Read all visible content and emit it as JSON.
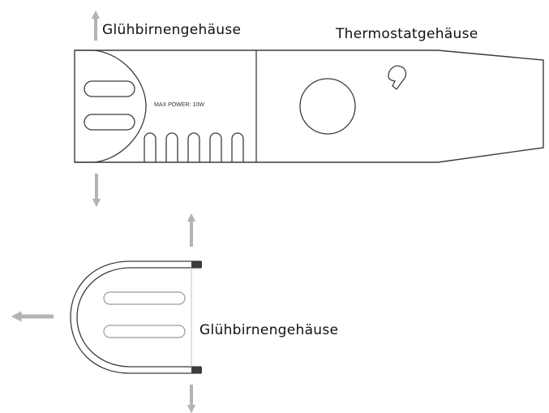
{
  "labels": {
    "bulb_housing_top": "Glühbirnengehäuse",
    "thermostat_housing": "Thermostatgehäuse",
    "max_power": "MAX POWER: 10W",
    "bulb_housing_bottom": "Glühbirnengehäuse"
  },
  "colors": {
    "outline": "#3c3c3c",
    "arrow": "#b3b3b3",
    "text": "#111111"
  },
  "icons": {
    "arrow_up": "arrow-up-icon",
    "arrow_down": "arrow-down-icon",
    "arrow_left": "arrow-left-icon"
  }
}
